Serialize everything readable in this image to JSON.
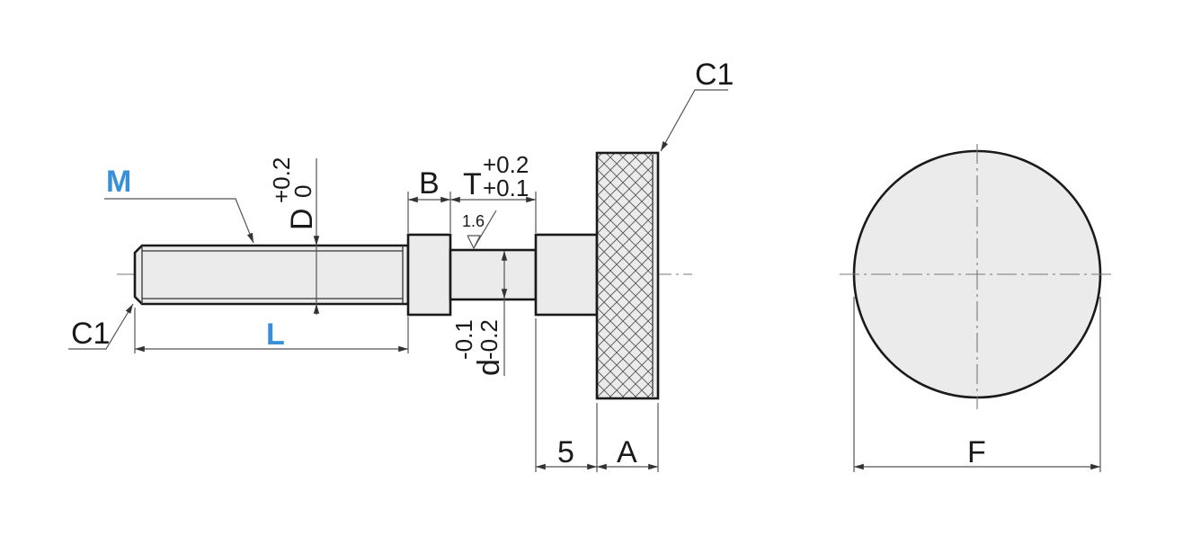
{
  "labels": {
    "M": "M",
    "L": "L",
    "C1_left": "C1",
    "C1_top": "C1",
    "D": "D",
    "D_tol_upper": "+0.2",
    "D_tol_lower": "0",
    "B": "B",
    "T": "T",
    "T_tol_upper": "+0.2",
    "T_tol_lower": "+0.1",
    "roughness": "1.6",
    "d": "d",
    "d_tol_upper": "-0.1",
    "d_tol_lower": "-0.2",
    "dim_5": "5",
    "A": "A",
    "F": "F"
  },
  "colors": {
    "highlight": "#3a8fd9",
    "part_fill": "#ebebeb",
    "outline": "#1a1a1a"
  }
}
